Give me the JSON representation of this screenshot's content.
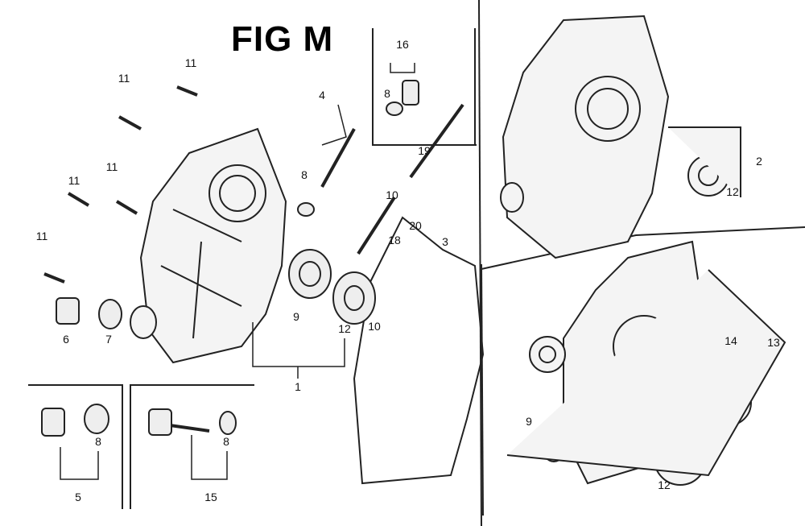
{
  "title": "FIG M",
  "callouts": {
    "bolt_a": "11",
    "bolt_b": "11",
    "bolt_c": "11",
    "bolt_d": "11",
    "bolt_e": "11",
    "oil_level_gauge_set": "4",
    "gauge_washer": "8",
    "drain_plug_set_top": "16",
    "drain_plug_top_washer": "8",
    "dipstick": "19",
    "oring_20": "20",
    "filler_neck": "18",
    "gasket": "3",
    "dowel_pin_a": "10",
    "dowel_pin_b": "10",
    "oil_seal": "9",
    "bearing": "12",
    "cover_assy": "1",
    "drain_plug": "6",
    "plug_washer": "7",
    "cover_assy_alt": "2",
    "bearing_alt": "12",
    "cover_assy_alt2": "13",
    "bearing_14": "14",
    "oil_seal_alt2": "9",
    "bearing_alt2": "12",
    "drain_plug_set_5": "5",
    "washer_5": "8",
    "drain_plug_set_15": "15",
    "washer_15": "8"
  }
}
